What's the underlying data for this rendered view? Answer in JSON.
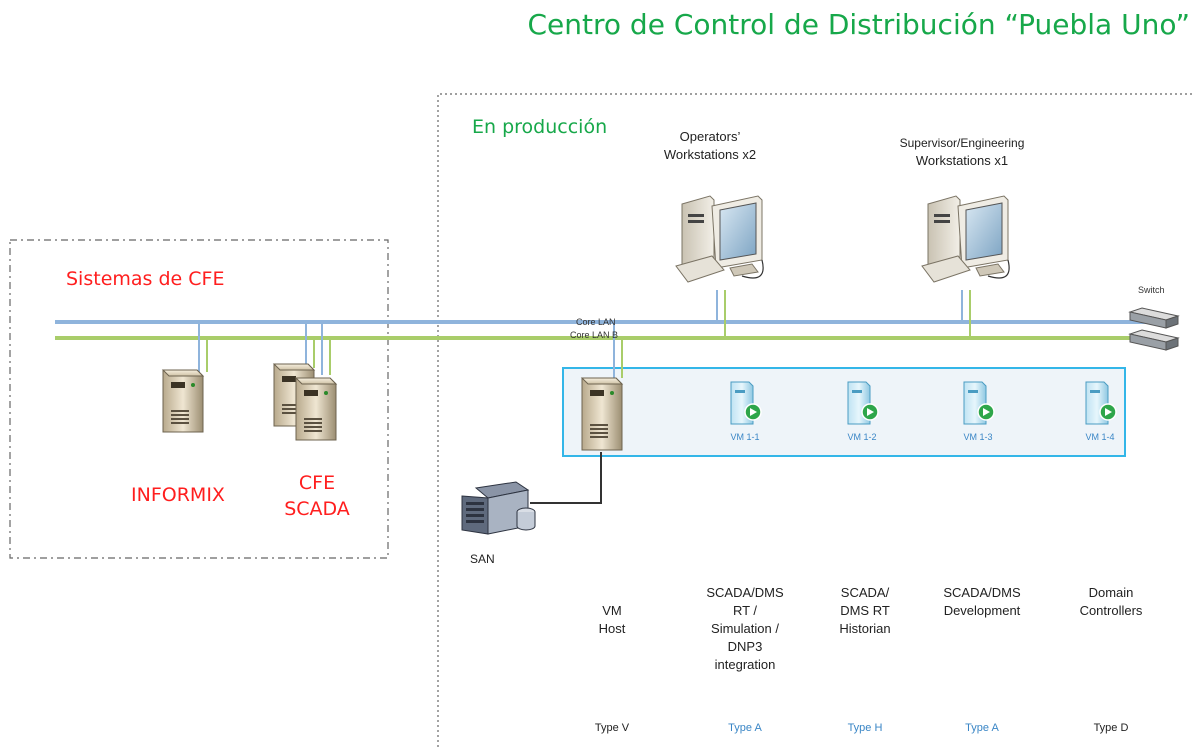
{
  "title": "Centro de Control de Distribución “Puebla Uno”",
  "zones": {
    "production": "En producción",
    "cfe": "Sistemas de CFE"
  },
  "workstations": {
    "operators_line1": "Operators’",
    "operators_line2": "Workstations x2",
    "supervisor_line1": "Supervisor/Engineering",
    "supervisor_line2": "Workstations x1"
  },
  "network": {
    "switch": "Switch",
    "core_lan_a": "Core LAN",
    "core_lan_b": "Core LAN B"
  },
  "cfe_systems": {
    "informix": "INFORMIX",
    "scada_line1": "CFE",
    "scada_line2": "SCADA"
  },
  "san": "SAN",
  "vms": [
    "VM 1-1",
    "VM 1-2",
    "VM 1-3",
    "VM 1-4"
  ],
  "descriptions": [
    {
      "lines": [
        "VM",
        "Host"
      ],
      "type": "Type V",
      "type_color": "#222222"
    },
    {
      "lines": [
        "SCADA/DMS",
        "RT /",
        "Simulation /",
        "DNP3",
        "integration"
      ],
      "type": "Type A",
      "type_color": "#3a86c6"
    },
    {
      "lines": [
        "SCADA/",
        "DMS RT",
        "Historian"
      ],
      "type": "Type H",
      "type_color": "#3a86c6"
    },
    {
      "lines": [
        "SCADA/DMS",
        "Development"
      ],
      "type": "Type A",
      "type_color": "#3a86c6"
    },
    {
      "lines": [
        "Domain",
        "Controllers"
      ],
      "type": "Type D",
      "type_color": "#222222"
    }
  ],
  "colors": {
    "title_green": "#17a84a",
    "cfe_red": "#ff1e1e",
    "lan_a": "#8fb4dc",
    "lan_b": "#a9cd6a",
    "vm_box_border": "#33b6e8",
    "vm_box_fill": "#eef4f9"
  }
}
